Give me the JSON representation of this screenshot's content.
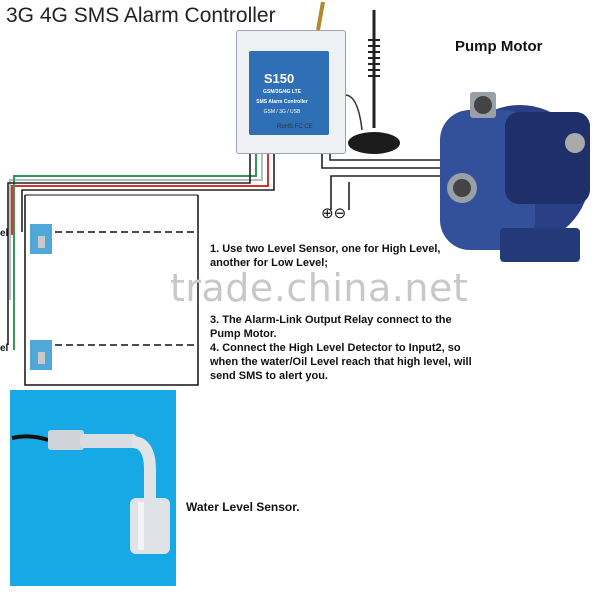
{
  "title": "3G 4G SMS Alarm Controller",
  "pump_label": "Pump Motor",
  "sensor_label": "Water Level Sensor.",
  "watermark": "trade.china.net",
  "cut_labels": [
    "el",
    "el"
  ],
  "polarity": "⊕⊖",
  "controller": {
    "model": "S150",
    "line1": "GSM/3G/4G LTE",
    "line2": "SMS Alarm Controller",
    "line3": "GSM / 3G / USB",
    "cert": "RoHS FC CE"
  },
  "steps": {
    "s1": "1. Use two Level Sensor, one for High Level, another for Low Level;",
    "s3": "3. The Alarm-Link Output Relay connect to the Pump Motor.",
    "s4": "4. Connect the High Level Detector to Input2, so when the water/Oil Level reach that high level, will send SMS to alert you."
  },
  "colors": {
    "controller_blue": "#2f6fb5",
    "pump_blue": "#2a3f86",
    "sensor_bg": "#17a9e6",
    "wire_red": "#d8322b",
    "wire_green": "#2e9b57"
  }
}
